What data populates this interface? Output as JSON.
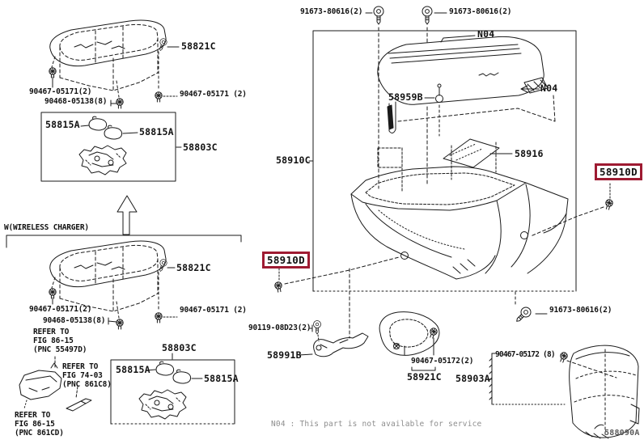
{
  "colors": {
    "highlight": "#9e1b32",
    "line": "#1a1a1a",
    "note_text": "#8e8e8e"
  },
  "sections": {
    "upper_console": {
      "p58821c": "58821C",
      "p90467_left": "90467-05171(2)",
      "p90468": "90468-05138(8)",
      "p90467_right": "90467-05171 (2)"
    },
    "upper_inset": {
      "p58815a_left": "58815A",
      "p58815a_right": "58815A",
      "p58803c": "58803C"
    },
    "wireless": {
      "caption": "W(WIRELESS CHARGER)"
    },
    "lower_console": {
      "p58821c": "58821C",
      "p90467_left": "90467-05171(2)",
      "p90468": "90468-05138(8)",
      "p90467_right": "90467-05171 (2)",
      "refer_a": [
        "REFER TO",
        "FIG 86-15",
        "(PNC 55497D)"
      ],
      "refer_b": [
        "REFER TO",
        "FIG 74-03",
        "(PNC 861C8)"
      ],
      "refer_c": [
        "REFER TO",
        "FIG 86-15",
        "(PNC 861CD)"
      ]
    },
    "lower_inset": {
      "p58803c": "58803C",
      "p58815a_left": "58815A",
      "p58815a_right": "58815A"
    },
    "main_assembly": {
      "p91673_left": "91673-80616(2)",
      "p91673_right": "91673-80616(2)",
      "n04_top": "N04",
      "n04_side": "N04",
      "p58959b": "58959B",
      "p58910c": "58910C",
      "p58916": "58916",
      "p58910d_left": "58910D",
      "p58910d_right": "58910D"
    },
    "lower_parts": {
      "p90119": "90119-08D23(2)",
      "p58991b": "58991B",
      "p90467_05172_2": "90467-05172(2)",
      "p58921c": "58921C",
      "p91673_bottom": "91673-80616(2)",
      "p90467_05172_8": "90467-05172 (8)",
      "p58903a": "58903A"
    },
    "footer": {
      "note": "N04 : This part is not available for service",
      "figure_code": "588090A"
    }
  }
}
